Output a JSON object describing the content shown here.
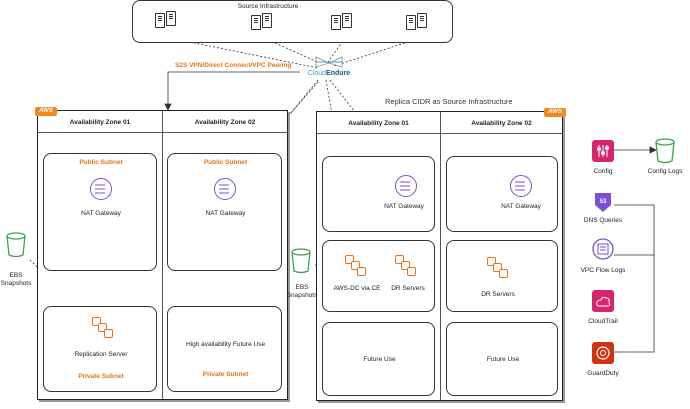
{
  "source": {
    "title": "Source Infrastructure"
  },
  "cloudendure": {
    "label_a": "Cloud",
    "label_b": "Endure"
  },
  "connection_label": "S2S VPN/Direct Connect/VPC Peering",
  "replica_label": "Replica CIDR as Source Infrastructure",
  "aws_tag": "AWS",
  "left_region": {
    "az1": "Availability Zone 01",
    "az2": "Availability Zone 02",
    "public_subnet": "Public Subnet",
    "private_subnet": "Private Subnet",
    "nat_gateway": "NAT Gateway",
    "replication_server": "Replication Server",
    "ha_future": "High availability Future Use"
  },
  "right_region": {
    "az1": "Availability Zone 01",
    "az2": "Availability Zone 02",
    "nat_gateway": "NAT Gateway",
    "aws_dc": "AWS-DC via CE",
    "dr_servers": "DR Servers",
    "future_use": "Future Use"
  },
  "ebs": {
    "label_line1": "EBS",
    "label_line2": "Snapshots"
  },
  "services": {
    "config": "Config",
    "config_logs": "Config Logs",
    "dns_queries": "DNS Queries",
    "vpc_flow_logs": "VPC Flow Logs",
    "cloudtrail": "CloudTrail",
    "guardduty": "GuardDuty"
  },
  "colors": {
    "orange": "#e8741a",
    "purple": "#7b4fd8",
    "green": "#3fa34d",
    "pink": "#d6246e",
    "red": "#d13212"
  }
}
